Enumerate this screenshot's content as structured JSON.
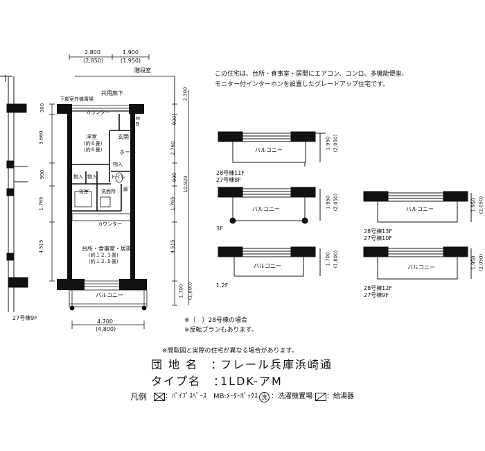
{
  "header": {
    "note_line1": "この住宅は、台所・食事室・居間にエアコン、コンロ、多機能便座、",
    "note_line2": "モニター付インターホンを設置したグレードアップ住宅です。"
  },
  "plan": {
    "dims": {
      "top_left": "2.800",
      "top_left_alt": "(2,850)",
      "top_right": "1.900",
      "top_right_alt": "(1,950)",
      "left_300": "300",
      "left_3660": "3.660",
      "left_990": "990",
      "left_1765": "1.765",
      "left_4515": "4.515",
      "right_2300": "2.300",
      "right_900": "900",
      "right_2760": "2.760",
      "right_990": "990",
      "right_10920": "10.920",
      "right_1765": "1.765",
      "right_4515": "4.515",
      "right_1700": "1.700",
      "right_1800": "(1,800)",
      "bottom": "4.700",
      "bottom_alt": "(4,800)"
    },
    "labels": {
      "stairs": "階段室",
      "corridor": "共用廊下",
      "exterior_storage": "下部室外機置場",
      "counter_top": "カウンター",
      "mb": "M\nB",
      "western_room": "洋室",
      "western_room_size_a": "(約６畳)",
      "western_room_size_b": "(約６畳)",
      "entrance": "玄関",
      "hall": "ホール",
      "storage1": "物入",
      "storage2": "物入",
      "storage3": "物入",
      "toilet": "トイレ",
      "bath": "浴室",
      "washroom": "洗面所",
      "hallway": "廊下",
      "washer_mark": "洗",
      "counter_bottom": "カウンター",
      "ldk": "台所・食事室・居間",
      "ldk_size_a": "(約１２.３畳)",
      "ldk_size_b": "(約１２.５畳)",
      "balcony": "バルコニー",
      "building_floor": "27号棟9F"
    }
  },
  "variants": [
    {
      "balcony": "バルコニー",
      "dim": "1.950",
      "dim_alt": "(2,050)",
      "caption1": "28号棟11F",
      "caption2": "27号棟8F"
    },
    {
      "balcony": "バルコニー",
      "dim": "1.950",
      "dim_alt": "(2,050)",
      "caption1": "3F",
      "caption2": ""
    },
    {
      "balcony": "バルコニー",
      "dim": "1.700",
      "dim_alt": "(1,800)",
      "caption1": "1.2F",
      "caption2": ""
    },
    {
      "balcony": "バルコニー",
      "dim": "1.950",
      "dim_alt": "(2,050)",
      "caption1": "28号棟13F",
      "caption2": "27号棟10F"
    },
    {
      "balcony": "バルコニー",
      "dim": "1.950",
      "dim_alt": "(2,050)",
      "caption1": "28号棟12F",
      "caption2": "27号棟9F"
    }
  ],
  "notes": {
    "note_28": "※（　）28号棟の場合",
    "note_reverse": "※反転プランもあります。",
    "note_disclaimer": "※間取図と実際の住宅が異なる場合があります。"
  },
  "info": {
    "complex_label": "団 地 名　：",
    "complex_value": "フレール兵庫浜崎通",
    "type_label": "タイプ名　：",
    "type_value": "1LDK-アM"
  },
  "legend": {
    "title": "凡例",
    "pipe_space": "：ﾊﾟｲﾌﾟｽﾍﾟｰｽ",
    "meter_box": "MB:ﾒｰﾀｰﾎﾞｯｸｽ",
    "washer_mark": "洗",
    "washer": "：洗濯機置場",
    "water_heater": "：給湯器"
  }
}
